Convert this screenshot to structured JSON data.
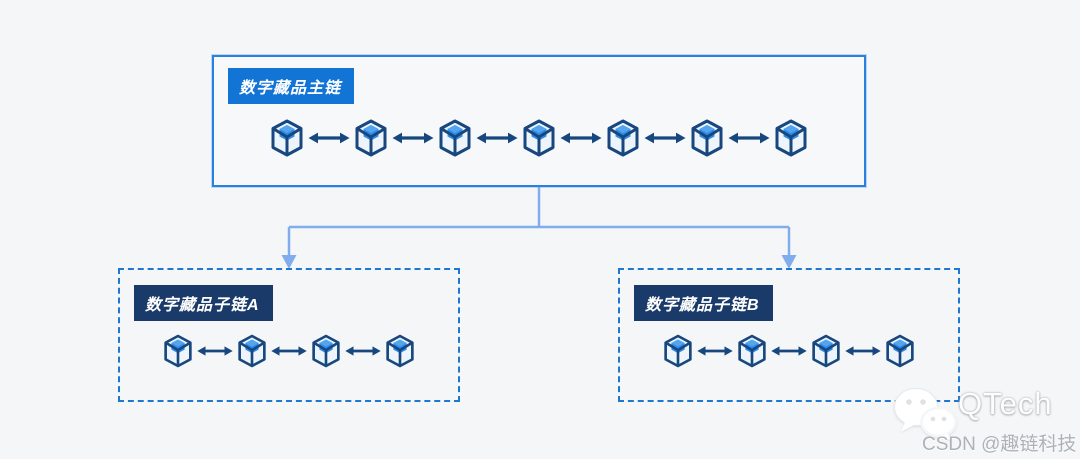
{
  "diagram": {
    "main_chain": {
      "label": "数字藏品主链",
      "node_count": 7
    },
    "sub_chain_a": {
      "label": "数字藏品子链A",
      "node_count": 4
    },
    "sub_chain_b": {
      "label": "数字藏品子链B",
      "node_count": 4
    }
  },
  "watermark": {
    "brand": "QTech",
    "attribution": "CSDN @趣链科技"
  },
  "icons": {
    "block-icon": "3d wireframe cube with solid blue inner cube",
    "double-arrow-icon": "horizontal two-headed arrow",
    "down-arrow-icon": "downward triangle arrowhead on connector",
    "wechat-icon": "white chat-bubbles logo"
  },
  "colors": {
    "page_background": "#f5f6f7",
    "main_box_border": "#2b80dd",
    "sub_box_border_dashed": "#1e78d2",
    "main_label_background": "#1274d5",
    "sub_label_background": "#1a3a6a",
    "label_text": "#ffffff",
    "block_outline": "#17477e",
    "block_core_blue": "#2e8ce8",
    "connector_line": "#7fadee",
    "watermark_text": "#aeb1b5"
  }
}
